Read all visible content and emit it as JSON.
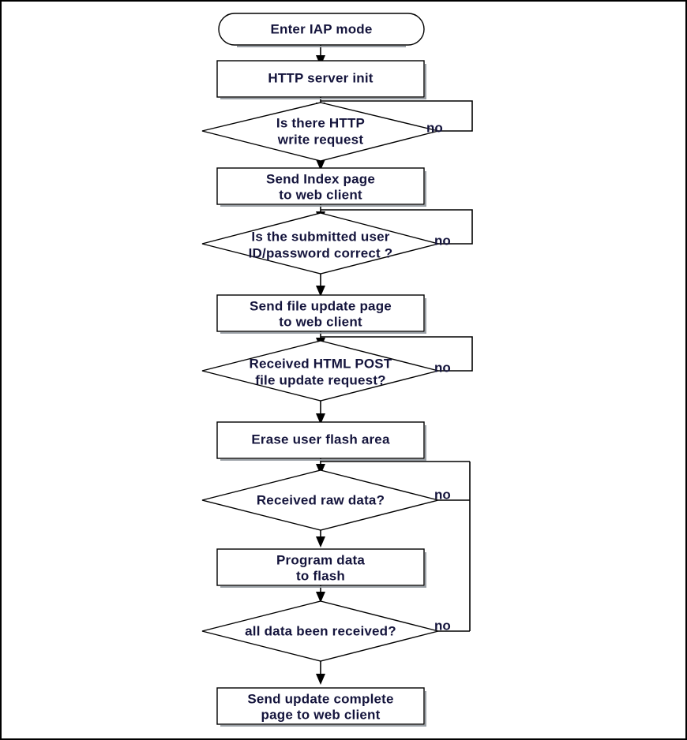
{
  "diagram": {
    "title": "IAP mode HTTP firmware update flowchart",
    "type": "flowchart",
    "colors": {
      "text": "#14143c",
      "stroke": "#000000",
      "fill": "#ffffff",
      "shadow": "#9aa0a6",
      "border": "#000000"
    },
    "nodes": [
      {
        "id": "start",
        "shape": "terminator",
        "lines": [
          "Enter IAP mode"
        ],
        "text": "Enter IAP mode"
      },
      {
        "id": "http_init",
        "shape": "process",
        "lines": [
          "HTTP server init"
        ],
        "text": "HTTP server init"
      },
      {
        "id": "d_write_request",
        "shape": "decision",
        "lines": [
          "Is there HTTP",
          "write request"
        ],
        "text": "Is there HTTP write request",
        "no_label": "no"
      },
      {
        "id": "send_index",
        "shape": "process",
        "lines": [
          "Send Index page",
          "to web client"
        ],
        "text": "Send Index page to web client"
      },
      {
        "id": "d_credentials",
        "shape": "decision",
        "lines": [
          "Is the submitted user",
          "ID/password correct ?"
        ],
        "text": "Is the submitted user ID/password correct ?",
        "no_label": "no"
      },
      {
        "id": "send_update_page",
        "shape": "process",
        "lines": [
          "Send file update page",
          "to web client"
        ],
        "text": "Send file update page to web client"
      },
      {
        "id": "d_post_request",
        "shape": "decision",
        "lines": [
          "Received HTML POST",
          "file update request?"
        ],
        "text": "Received HTML POST file update request?",
        "no_label": "no"
      },
      {
        "id": "erase_flash",
        "shape": "process",
        "lines": [
          "Erase user flash area"
        ],
        "text": "Erase user flash area"
      },
      {
        "id": "d_raw_data",
        "shape": "decision",
        "lines": [
          "Received raw data?"
        ],
        "text": "Received raw data?",
        "no_label": "no"
      },
      {
        "id": "program_flash",
        "shape": "process",
        "lines": [
          "Program data",
          "to flash"
        ],
        "text": "Program data to flash"
      },
      {
        "id": "d_all_received",
        "shape": "decision",
        "lines": [
          "all data been received?"
        ],
        "text": "all data been received?",
        "no_label": "no"
      },
      {
        "id": "send_complete",
        "shape": "process",
        "lines": [
          "Send update complete",
          "page to web client"
        ],
        "text": "Send update complete page to web client"
      }
    ],
    "branch_labels": [
      {
        "id": "no-write-request",
        "label": "no"
      },
      {
        "id": "no-credentials",
        "label": "no"
      },
      {
        "id": "no-post-request",
        "label": "no"
      },
      {
        "id": "no-raw-data",
        "label": "no"
      },
      {
        "id": "no-all-received",
        "label": "no"
      }
    ]
  }
}
